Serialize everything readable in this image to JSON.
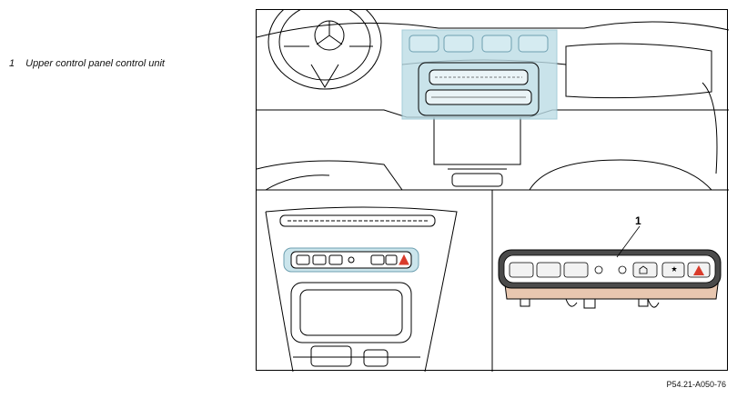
{
  "legend": {
    "number": "1",
    "text": "Upper control panel control unit"
  },
  "callout": {
    "number": "1"
  },
  "figure_code": "P54.21-A050-76",
  "colors": {
    "highlight": "#bcdde6",
    "panel_orange": "#e8c7b0",
    "hazard": "#d93b2b",
    "outline": "#000000"
  }
}
